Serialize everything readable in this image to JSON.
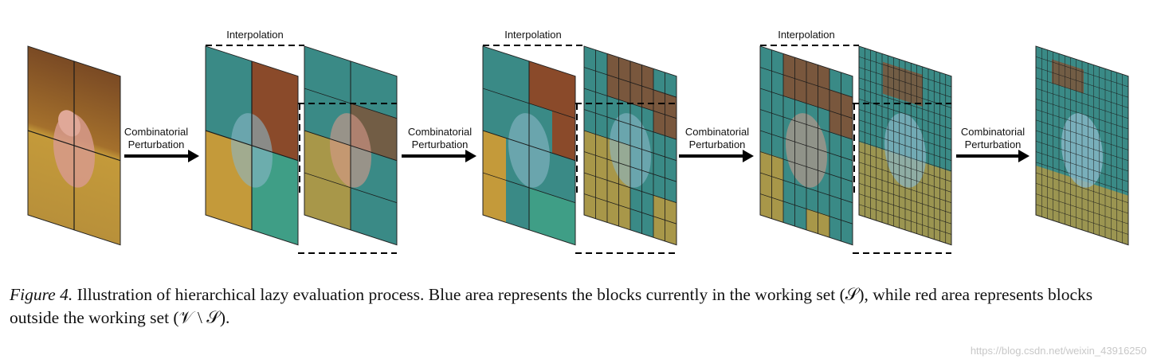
{
  "figure": {
    "interpolation_label": "Interpolation",
    "arrow_label_line1": "Combinatorial",
    "arrow_label_line2": "Perturbation",
    "colors": {
      "blue_block": "#4a98a8",
      "red_block": "#8a4a2a",
      "field": "#c49a3a",
      "green_block": "#3f9e86",
      "dog": "#d79a8c",
      "grid_line": "#1a1a1a"
    }
  },
  "caption": {
    "lead": "Figure 4.",
    "text": " Illustration of hierarchical lazy evaluation process. Blue area represents the blocks currently in the working set (𝒮), while red area represents blocks outside the working set (𝒱 \\ 𝒮)."
  },
  "watermark": "https://blog.csdn.net/weixin_43916250"
}
